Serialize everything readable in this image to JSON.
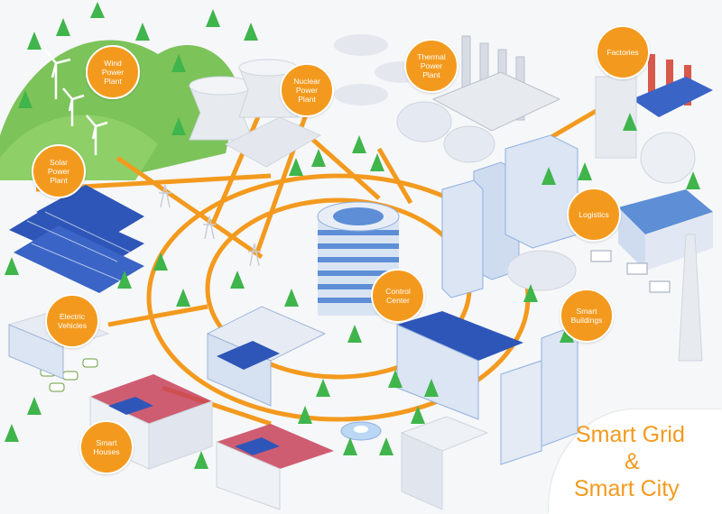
{
  "title": {
    "line1": "Smart Grid",
    "line2": "&",
    "line3": "Smart City"
  },
  "labels": {
    "wind": "Wind\nPower\nPlant",
    "nuclear": "Nuclear\nPower\nPlant",
    "thermal": "Thermal\nPower\nPlant",
    "factories": "Factories",
    "solar": "Solar\nPower\nPlant",
    "logistics": "Logistics",
    "control": "Control\nCenter",
    "ev": "Electric\nVehicles",
    "buildings": "Smart\nBuildings",
    "houses": "Smart\nHouses"
  },
  "colors": {
    "accent": "#f39a1e",
    "grid_line": "#f39a1e",
    "tree": "#3fb54b",
    "hill": "#7cc35a",
    "building": "#dfe6f0",
    "building_blue": "#5d8ed6",
    "solar_panel": "#2e56b8",
    "roof_red": "#c8425a"
  },
  "icons": [
    "wind-turbine-icon",
    "solar-panel-icon",
    "cooling-tower-icon",
    "chimney-icon",
    "tree-icon",
    "truck-icon",
    "car-icon",
    "transmission-tower-icon"
  ]
}
